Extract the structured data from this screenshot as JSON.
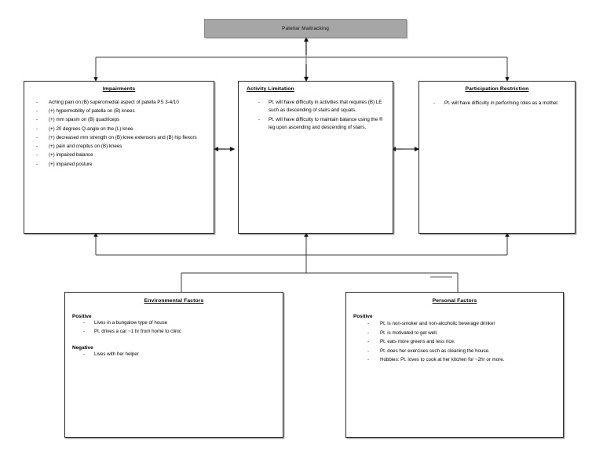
{
  "diagram": {
    "type": "icf-framework",
    "title_box": {
      "label": "Patellar Maltracking",
      "fill_color": "#a6a6a6",
      "border_color": "#8a8a8a"
    },
    "boxes": {
      "impairments": {
        "heading": "Impairments",
        "items": [
          "Aching pain on (B) superomedial aspect of patella PS 3-4/10",
          "(+) hypermobility of patella on (B) knees",
          "(+) mm spasm on (B) quadriceps",
          "(+) 20 degrees Q-angle on the (L) knee",
          "(+) decreased mm strength on (B) knee extensors and (B) hip flexors",
          "(+) pain and crepitus on (B) knees",
          "(+) impaired balance",
          "(+) impaired posture"
        ]
      },
      "activity_limitation": {
        "heading": "Activity Limitation",
        "items": [
          "Pt. will have difficulty in activities that requires (B) LE such as descending of stairs and squats.",
          "Pt. will have difficulty to maintain balance using the ® leg upon ascending and descending of stairs."
        ]
      },
      "participation_restriction": {
        "heading": "Participation Restriction",
        "items": [
          "Pt. will have difficulty in performing roles as a mother."
        ]
      },
      "environmental_factors": {
        "heading": "Environmental Factors",
        "positive_label": "Positive",
        "positive_items": [
          "Lives in a bungalow type of house",
          "Pt. drives a car ~1 hr from home to clinic"
        ],
        "negative_label": "Negative",
        "negative_items": [
          "Lives with her helper"
        ]
      },
      "personal_factors": {
        "heading": "Personal Factors",
        "positive_label": "Positive",
        "positive_items": [
          "Pt. is non-smoker and non-alcoholic beverage drinker",
          "Pt. is motivated to get well.",
          "Pt. eats more greens and less rice.",
          "Pt. does her exercises such as cleaning the house.",
          "Hobbies: Pt. loves to cook at her kitchen for ~2hr or more."
        ]
      }
    },
    "connectors": {
      "line_color": "#2b2b2b",
      "items": [
        "title-to-impairments-arrow",
        "title-to-activity-double-arrow",
        "title-to-participation-arrow",
        "impairments-activity-double-arrow",
        "activity-participation-double-arrow",
        "contextual-factors-bus-up-arrows",
        "bus-to-environmental-factors",
        "bus-to-personal-factors"
      ]
    }
  }
}
